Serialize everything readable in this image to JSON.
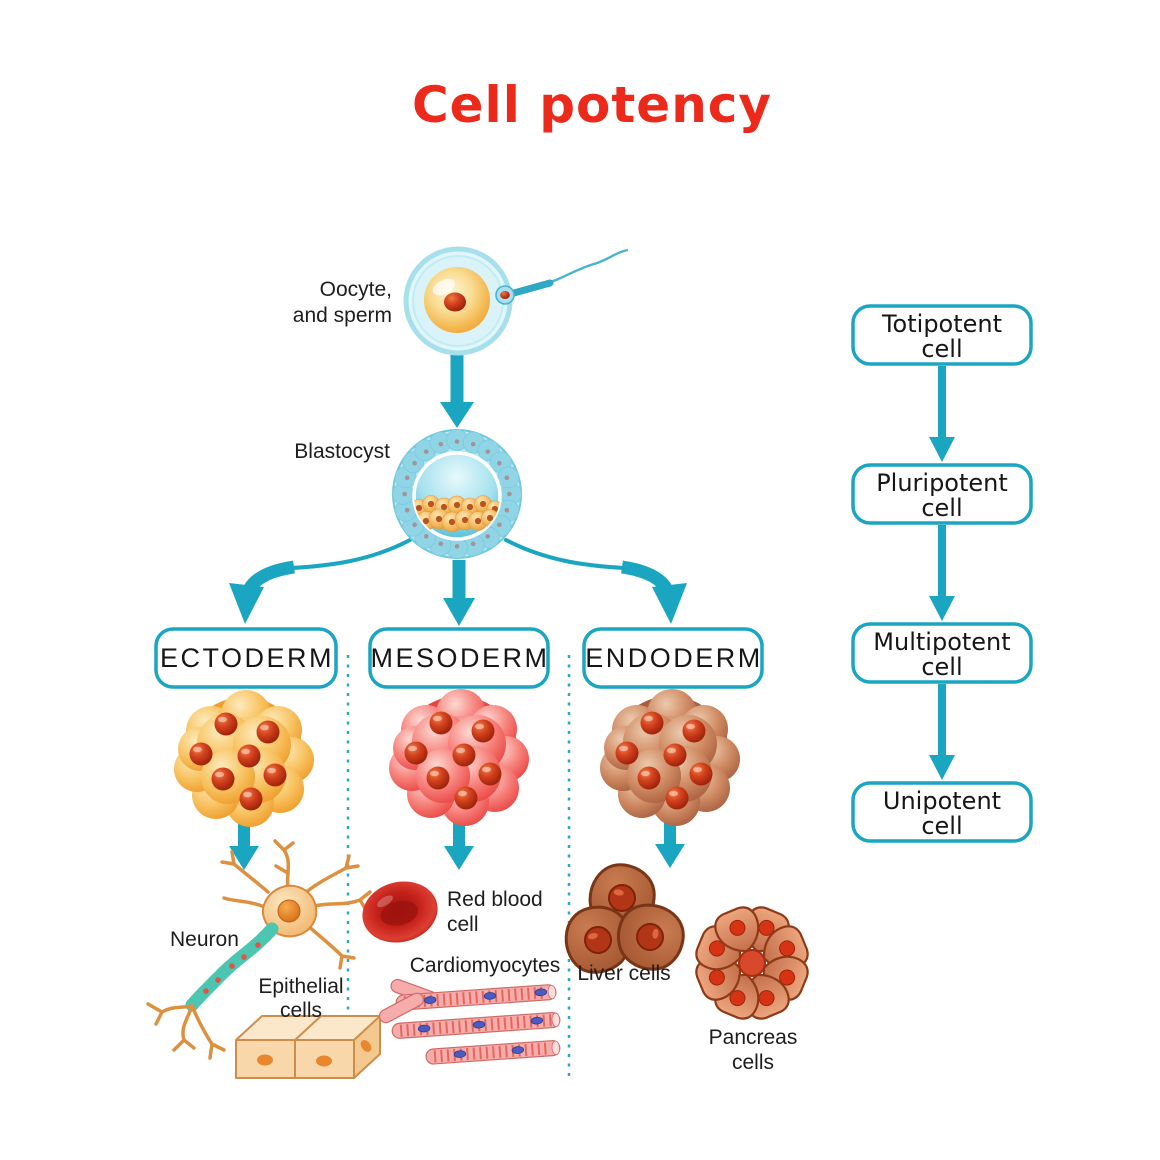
{
  "title": {
    "text": "Cell potency"
  },
  "colors": {
    "accent_teal": "#1aa6c0",
    "box_border_teal": "#1aa6c0",
    "separator_teal": "#2aa9c2",
    "title_red": "#ec2a1c",
    "label_black": "#1d1d1b",
    "ectoderm_orange": "#f2a434",
    "mesoderm_red": "#ee5350",
    "endoderm_brown": "#b97354"
  },
  "stages": {
    "oocyte_label": [
      "Oocyte,",
      "and sperm"
    ],
    "blastocyst_label": "Blastocyst"
  },
  "germ_layers": [
    {
      "name": "ECTODERM"
    },
    {
      "name": "MESODERM"
    },
    {
      "name": "ENDODERM"
    }
  ],
  "derived_cells": {
    "neuron": "Neuron",
    "epithelial": [
      "Epithelial",
      "cells"
    ],
    "red_blood": [
      "Red blood",
      "cell"
    ],
    "cardiomyocytes": "Cardiomyocytes",
    "liver": "Liver cells",
    "pancreas": [
      "Pancreas",
      "cells"
    ]
  },
  "potency_chain": [
    {
      "line1": "Totipotent",
      "line2": "cell"
    },
    {
      "line1": "Pluripotent",
      "line2": "cell"
    },
    {
      "line1": "Multipotent",
      "line2": "cell"
    },
    {
      "line1": "Unipotent",
      "line2": "cell"
    }
  ],
  "illustrations": {
    "oocyte_and_sperm": "oocyte-and-sperm-illustration",
    "blastocyst": "blastocyst-illustration",
    "ectoderm_cluster": "ectoderm-cell-cluster",
    "mesoderm_cluster": "mesoderm-cell-cluster",
    "endoderm_cluster": "endoderm-cell-cluster",
    "neuron": "neuron-illustration",
    "epithelial_cells": "epithelial-cells-illustration",
    "red_blood_cell": "red-blood-cell-illustration",
    "cardiomyocytes": "cardiomyocytes-illustration",
    "liver_cells": "liver-cells-illustration",
    "pancreas_cells": "pancreas-cells-illustration"
  }
}
